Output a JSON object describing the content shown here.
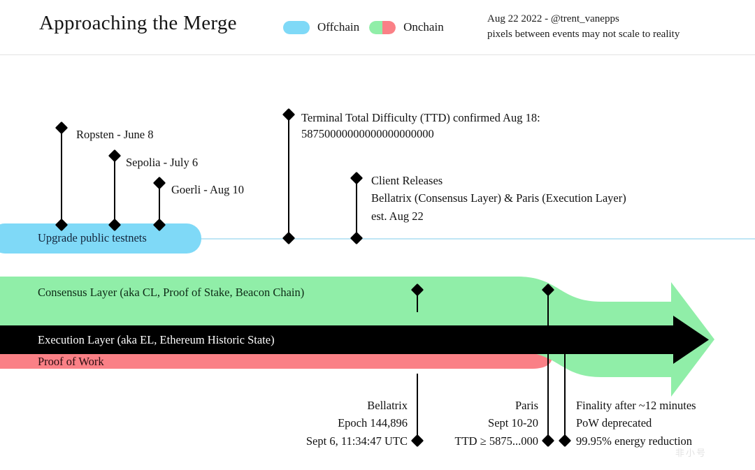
{
  "header": {
    "title": "Approaching the Merge",
    "legend": [
      {
        "label": "Offchain",
        "swatch": "offchain-swatch",
        "colors": [
          "#7fd9f7"
        ]
      },
      {
        "label": "Onchain",
        "swatch": "onchain-swatch",
        "colors": [
          "#90eea8",
          "#fa8086"
        ]
      }
    ],
    "meta_line_1": "Aug 22 2022 - @trent_vanepps",
    "meta_line_2": "pixels between events may not scale to reality"
  },
  "offchain": {
    "pill_label": "Upgrade public testnets",
    "events": [
      {
        "name": "ropsten",
        "label": "Ropsten - June 8"
      },
      {
        "name": "sepolia",
        "label": "Sepolia - July 6"
      },
      {
        "name": "goerli",
        "label": "Goerli - Aug 10"
      }
    ],
    "ttd": {
      "line_1": "Terminal Total Difficulty (TTD) confirmed Aug 18:",
      "line_2": "58750000000000000000000"
    },
    "client_releases": {
      "line_1": "Client Releases",
      "line_2": "Bellatrix (Consensus Layer) & Paris (Execution Layer)",
      "line_3": "est. Aug 22"
    }
  },
  "onchain": {
    "consensus_layer_label": "Consensus Layer (aka CL, Proof of Stake, Beacon Chain)",
    "execution_layer_label": "Execution Layer (aka EL, Ethereum Historic State)",
    "proof_of_work_label": "Proof of Work",
    "events": [
      {
        "name": "bellatrix",
        "line_1": "Bellatrix",
        "line_2": "Epoch 144,896",
        "line_3": "Sept 6, 11:34:47 UTC"
      },
      {
        "name": "paris",
        "line_1": "Paris",
        "line_2": "Sept 10-20",
        "line_3": "TTD ≥ 5875...000"
      },
      {
        "name": "finality",
        "line_1": "Finality after ~12 minutes",
        "line_2": "PoW deprecated",
        "line_3": "99.95% energy reduction"
      }
    ]
  },
  "colors": {
    "offchain_blue": "#7fd9f7",
    "offchain_line": "#bfe6f5",
    "onchain_green": "#90eea8",
    "onchain_red": "#fa8086",
    "arrow_black": "#000000",
    "background": "#ffffff"
  },
  "watermark": "非小号"
}
